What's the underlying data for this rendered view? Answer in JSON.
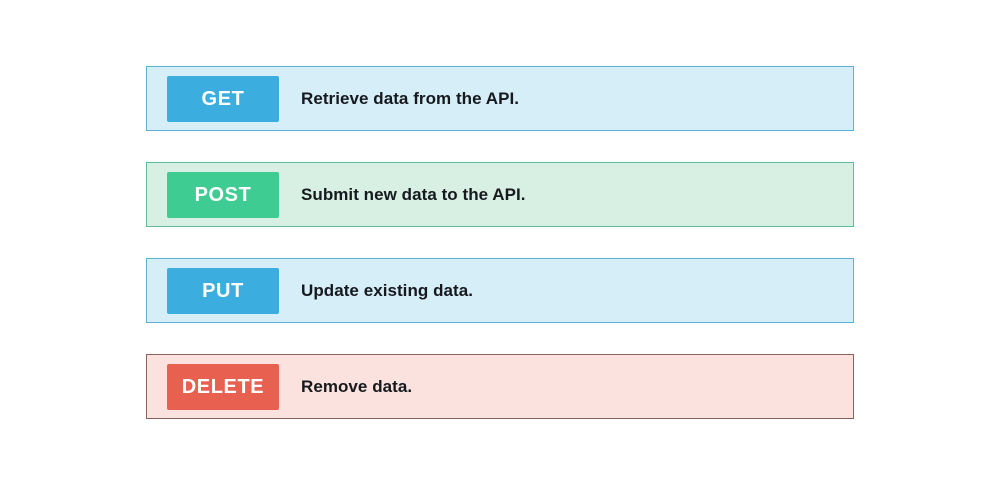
{
  "page": {
    "background_color": "#ffffff"
  },
  "methods": [
    {
      "method": "GET",
      "description": "Retrieve data from the API.",
      "badge_color": "#3badde",
      "row_background": "#d6eef7",
      "row_border": "#58b4cf",
      "variant": "blue"
    },
    {
      "method": "POST",
      "description": "Submit new data to the API.",
      "badge_color": "#3fcc92",
      "row_background": "#d7f0e3",
      "row_border": "#5cbf9a",
      "variant": "green"
    },
    {
      "method": "PUT",
      "description": "Update existing data.",
      "badge_color": "#3badde",
      "row_background": "#d6eef7",
      "row_border": "#58b4cf",
      "variant": "blue"
    },
    {
      "method": "DELETE",
      "description": "Remove data.",
      "badge_color": "#e8604f",
      "row_background": "#fbe2de",
      "row_border": "#8c6159",
      "variant": "red"
    }
  ]
}
